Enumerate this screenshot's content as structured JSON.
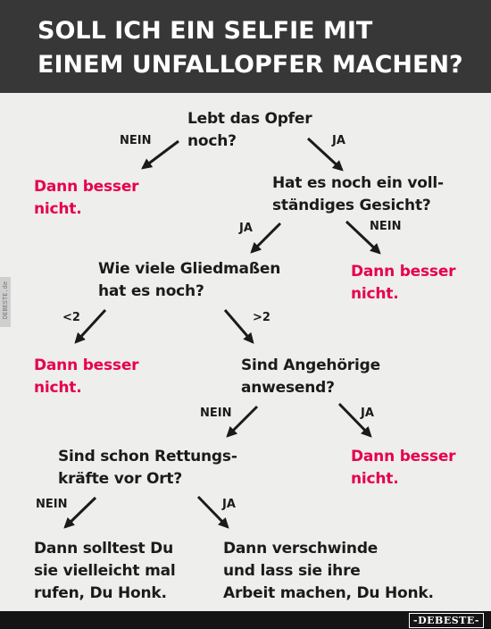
{
  "header": {
    "title": "SOLL ICH EIN SELFIE MIT\nEINEM UNFALLOPFER MACHEN?"
  },
  "nodes": {
    "q1": "Lebt das Opfer\nnoch?",
    "r1": "Dann besser\nnicht.",
    "q2": "Hat es noch ein voll-\nständiges Gesicht?",
    "r2": "Dann besser\nnicht.",
    "q3": "Wie viele Gliedmaßen\nhat es noch?",
    "r3": "Dann besser\nnicht.",
    "q4": "Sind Angehörige\nanwesend?",
    "r4": "Dann besser\nnicht.",
    "q5": "Sind schon Rettungs-\nkräfte vor Ort?",
    "e1": "Dann solltest Du\nsie vielleicht mal\nrufen, Du Honk.",
    "e2": "Dann verschwinde\nund lass sie ihre\nArbeit machen, Du Honk."
  },
  "labels": {
    "q1_no": "NEIN",
    "q1_yes": "JA",
    "q2_yes": "JA",
    "q2_no": "NEIN",
    "q3_lt": "<2",
    "q3_gt": ">2",
    "q4_no": "NEIN",
    "q4_yes": "JA",
    "q5_no": "NEIN",
    "q5_yes": "JA"
  },
  "watermark": {
    "side": "DEBESTE.de",
    "bottom": "-DEBESTE-"
  },
  "colors": {
    "header": "#373737",
    "background": "#eeeeec",
    "accent": "#e6004c",
    "text": "#1b1b1b"
  }
}
